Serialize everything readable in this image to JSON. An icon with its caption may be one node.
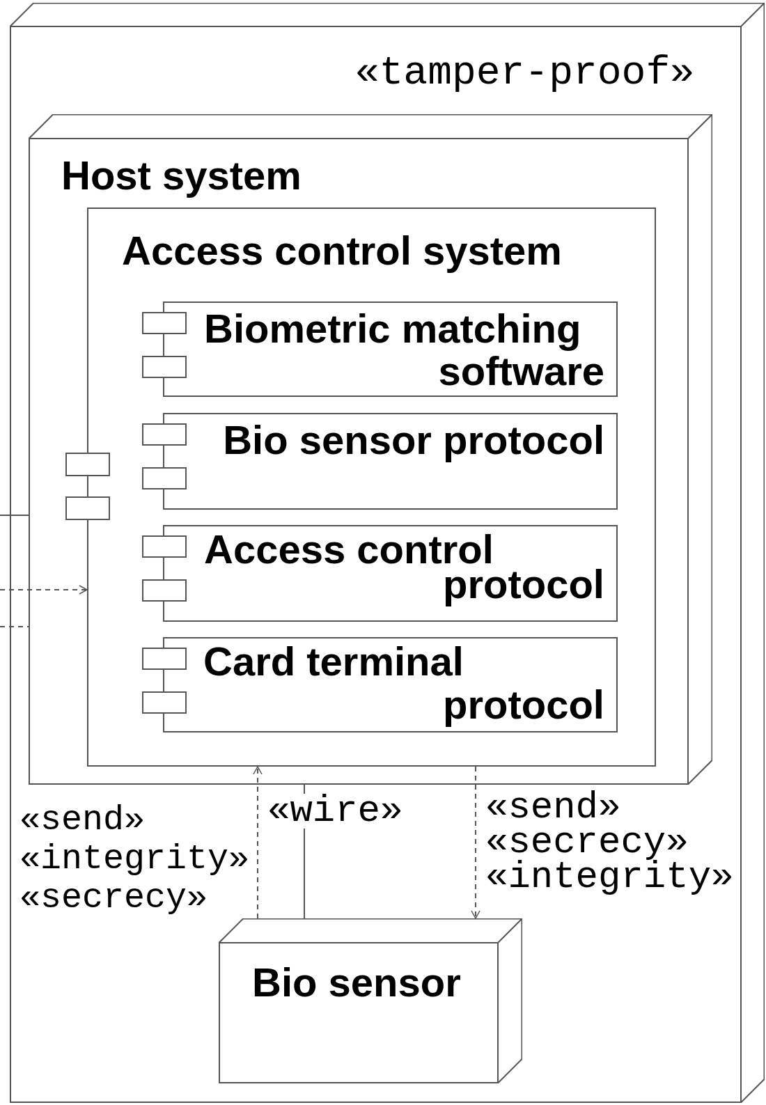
{
  "diagram": {
    "nodes": [
      {
        "text": [
          "«tamper-proof»"
        ]
      },
      {
        "text": [
          "Host system"
        ],
        "in": 0
      },
      {
        "text": [
          "Access control system"
        ],
        "in": 1
      },
      {
        "text": [
          "Biometric matching software"
        ],
        "in": 2
      },
      {
        "text": [
          "Bio sensor protocol"
        ],
        "in": 2
      },
      {
        "text": [
          "Access control protocol"
        ],
        "in": 2
      },
      {
        "text": [
          "Card terminal protocol"
        ],
        "in": 2
      },
      {
        "text": [
          "Bio sensor"
        ],
        "in": 0
      }
    ],
    "edges": [
      {
        "from": 7,
        "to": 2,
        "arrow": "to",
        "style": "dashed",
        "label": "«send» «integrity» «secrecy»"
      },
      {
        "from": 1,
        "to": 7,
        "arrow": "none",
        "label": "«wire»"
      },
      {
        "from": 2,
        "to": 7,
        "arrow": "to",
        "style": "dashed",
        "label": "«send» «secrecy» «integrity»"
      },
      {
        "from": null,
        "to": 1,
        "arrow": "none"
      },
      {
        "from": null,
        "to": 2,
        "arrow": "to",
        "style": "dashed"
      },
      {
        "from": null,
        "to": 1,
        "arrow": "none",
        "style": "dashed"
      }
    ]
  }
}
